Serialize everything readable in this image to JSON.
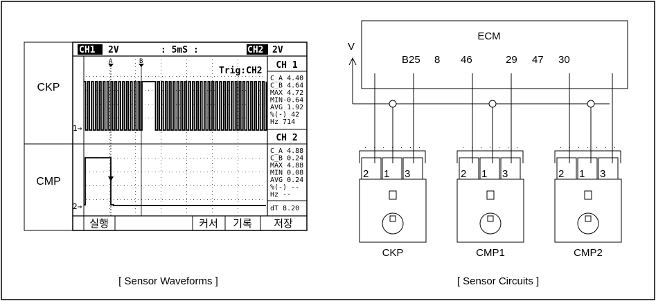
{
  "scope": {
    "row_labels": [
      "CKP",
      "CMP"
    ],
    "header": {
      "ch1": "CH1",
      "ch1_volts": "2V",
      "timebase": ": 5mS :",
      "ch2": "CH2",
      "ch2_volts": "2V"
    },
    "cursor_a": "A",
    "cursor_b": "B",
    "trigger": "Trig:CH2",
    "marker_1": "1→",
    "marker_2": "2→",
    "ch1_panel": {
      "title": "CH 1",
      "lines": [
        "C_A 4.40",
        "C_B 4.64",
        "MAX 4.72",
        "MIN-0.64",
        "AVG 1.92",
        "%(-)  42",
        "Hz   714"
      ]
    },
    "ch2_panel": {
      "title": "CH 2",
      "lines": [
        "C_A 4.88",
        "C_B 0.24",
        "MAX 4.88",
        "MIN 0.08",
        "AVG 0.24",
        "%(-) --",
        "Hz   --"
      ]
    },
    "dt": "dT  8.20",
    "buttons": {
      "run": "실행",
      "cursor": "커서",
      "record": "기록",
      "save": "저장"
    },
    "caption": "[ Sensor Waveforms ]"
  },
  "circuit": {
    "ecm_label": "ECM",
    "v_label": "V",
    "pins": [
      "B25",
      "8",
      "46",
      "29",
      "47",
      "30"
    ],
    "connector_pins": [
      "2",
      "1",
      "3"
    ],
    "sensors": [
      "CKP",
      "CMP1",
      "CMP2"
    ],
    "caption": "[ Sensor Circuits ]"
  }
}
